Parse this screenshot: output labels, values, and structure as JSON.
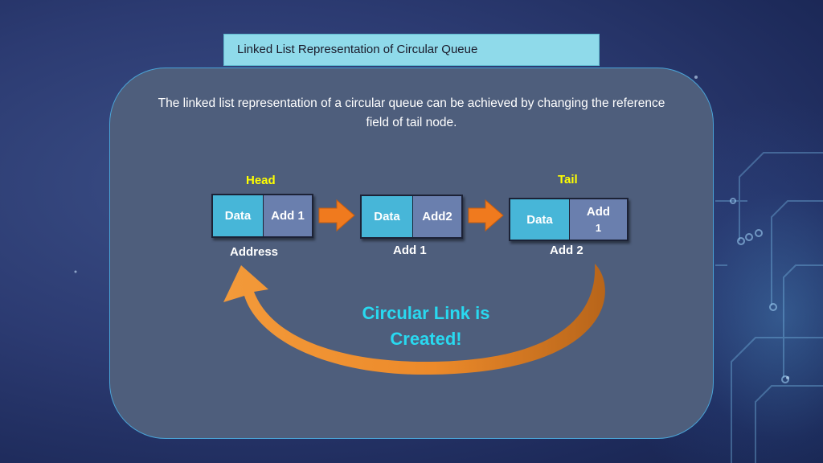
{
  "title": "Linked List Representation of Circular Queue",
  "description": "The linked list representation of a circular queue can be achieved by changing the reference field of tail node.",
  "labels": {
    "head": "Head",
    "tail": "Tail",
    "address": "Address",
    "add1": "Add 1",
    "add2": "Add 2"
  },
  "nodes": [
    {
      "data": "Data",
      "ref": "Add 1"
    },
    {
      "data": "Data",
      "ref": "Add2"
    },
    {
      "data": "Data",
      "ref_line1": "Add",
      "ref_line2": "1"
    }
  ],
  "circular_text_line1": "Circular Link is",
  "circular_text_line2": "Created!",
  "colors": {
    "title_bar": "#8fdaea",
    "panel": "#4e5e7c",
    "data_cell": "#47b6d8",
    "ref_cell": "#6a7fae",
    "arrow": "#f07a1e",
    "label_yellow": "#ffff00",
    "circular_text": "#29d9f0"
  }
}
